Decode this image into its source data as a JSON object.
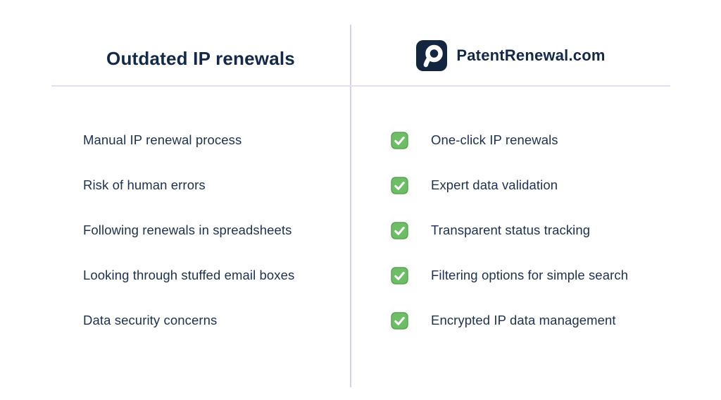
{
  "left": {
    "title": "Outdated IP renewals",
    "items": [
      "Manual IP renewal process",
      "Risk of human errors",
      "Following renewals in spreadsheets",
      "Looking through stuffed email boxes",
      "Data security concerns"
    ]
  },
  "right": {
    "brand": "PatentRenewal.com",
    "items": [
      "One-click IP renewals",
      "Expert data validation",
      "Transparent status tracking",
      "Filtering options for simple search",
      "Encrypted IP data management"
    ]
  },
  "icons": {
    "logo": "magnifier-p-logo",
    "check": "green-check"
  },
  "colors": {
    "text_navy": "#1e3050",
    "title_navy": "#14284a",
    "logo_bg": "#13253f",
    "divider_vertical": "#d9cff1",
    "divider_horizontal": "#e5def6",
    "check_green": "#6cbd63",
    "check_green_border": "#55a24e",
    "background": "#ffffff"
  }
}
